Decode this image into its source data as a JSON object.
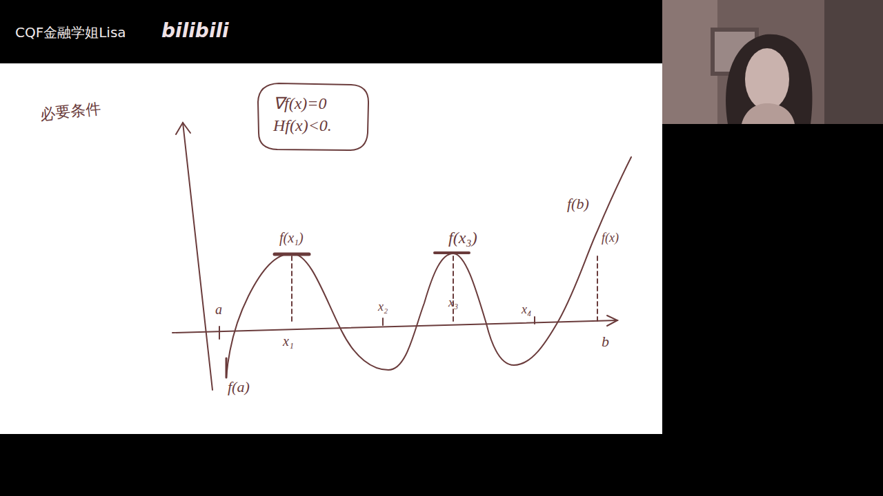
{
  "diagram": {
    "nodes": [
      {
        "text": [
          "∇f(x)=0",
          "Hf(x)<0."
        ]
      }
    ],
    "labels": [
      "CQF金融学姐Lisa",
      "bilibili",
      "必要条件",
      "a",
      "f(a)",
      "f(x₁)",
      "x₁",
      "x₂",
      "f(x₃)",
      "x₃",
      "x₄",
      "f(b)",
      "f(x)",
      "b"
    ]
  }
}
